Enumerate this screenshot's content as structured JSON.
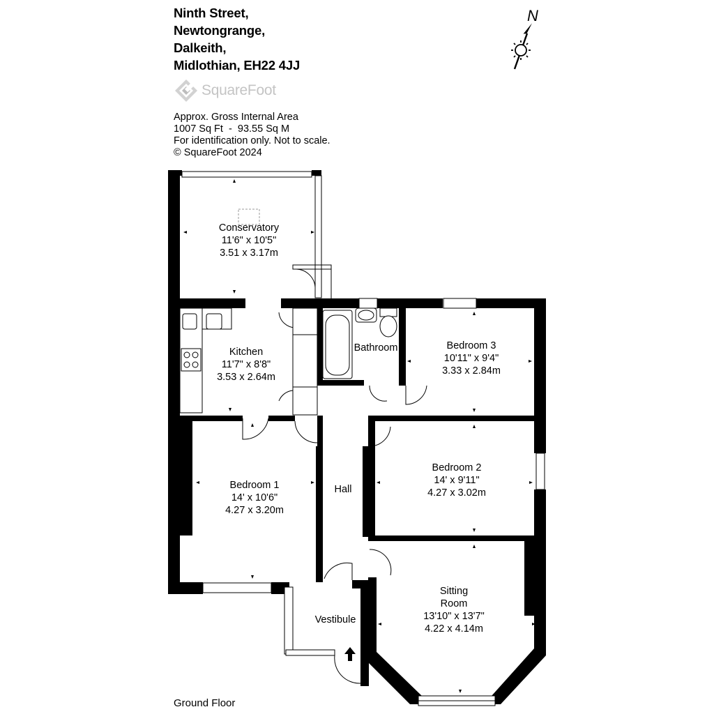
{
  "address": {
    "line1": "Ninth Street,",
    "line2": "Newtongrange,",
    "line3": "Dalkeith,",
    "line4": "Midlothian, EH22 4JJ"
  },
  "brand": {
    "name": "SquareFoot",
    "color": "#c4c4c4"
  },
  "info": {
    "line1": "Approx. Gross Internal Area",
    "line2": "1007 Sq Ft  -  93.55 Sq M",
    "line3": "For identification only. Not to scale.",
    "line4": "© SquareFoot 2024"
  },
  "compass": {
    "label": "N",
    "icon": "north-arrow-sun-icon"
  },
  "rooms": {
    "conservatory": {
      "name": "Conservatory",
      "imperial": "11'6\" x 10'5\"",
      "metric": "3.51 x 3.17m"
    },
    "kitchen": {
      "name": "Kitchen",
      "imperial": "11'7\" x 8'8\"",
      "metric": "3.53 x 2.64m"
    },
    "bathroom": {
      "name": "Bathroom"
    },
    "bedroom3": {
      "name": "Bedroom 3",
      "imperial": "10'11\" x 9'4\"",
      "metric": "3.33 x 2.84m"
    },
    "bedroom1": {
      "name": "Bedroom 1",
      "imperial": "14' x 10'6\"",
      "metric": "4.27 x 3.20m"
    },
    "hall": {
      "name": "Hall"
    },
    "bedroom2": {
      "name": "Bedroom 2",
      "imperial": "14' x 9'11\"",
      "metric": "4.27 x 3.02m"
    },
    "vestibule": {
      "name": "Vestibule"
    },
    "sitting": {
      "name1": "Sitting",
      "name2": "Room",
      "imperial": "13'10\" x 13'7\"",
      "metric": "4.22 x 4.14m"
    }
  },
  "floor_label": "Ground Floor",
  "colors": {
    "wall": "#000000",
    "background": "#ffffff",
    "logo": "#c4c4c4"
  }
}
